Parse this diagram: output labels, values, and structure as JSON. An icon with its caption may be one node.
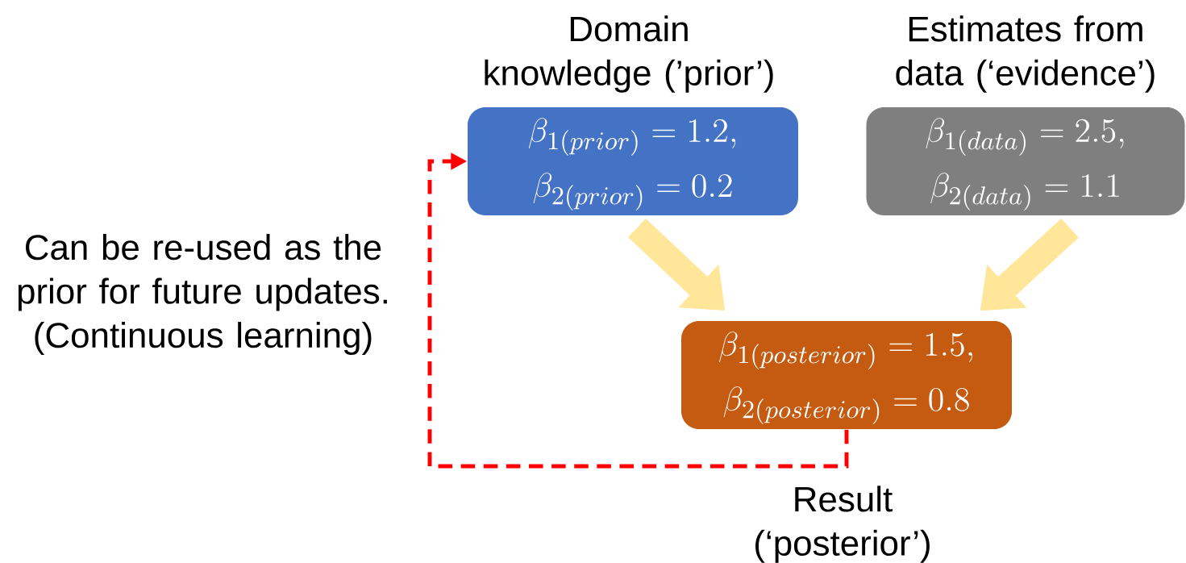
{
  "diagram": {
    "nodes": [
      {
        "text": [
          "Domain knowledge (’prior’)",
          "\\begin{gathered}\\beta_{1(prior)} = 1.2,\\\\ \\beta_{2(prior)} = 0.2\\end{gathered}"
        ]
      },
      {
        "text": [
          "Estimates from data (‘evidence’)",
          "\\begin{gathered}\\beta_{1(data)} = 2.5,\\\\ \\beta_{2(data)} = 1.1\\end{gathered}"
        ]
      },
      {
        "text": [
          "\\begin{gathered}\\beta_{1(posterior)} = 1.5,\\\\ \\beta_{2(posterior)} = 0.8\\end{gathered}",
          "Result (‘posterior’)"
        ]
      }
    ],
    "edges": [
      {
        "from": 0,
        "to": 2,
        "arrow": "to"
      },
      {
        "from": 1,
        "to": 2,
        "arrow": "to"
      },
      {
        "from": 2,
        "to": 0,
        "arrow": "to",
        "style": "dashed",
        "color": "#ff0000"
      }
    ],
    "labels": [
      "Can be re-used as the prior for future updates. (Continuous learning)"
    ]
  }
}
